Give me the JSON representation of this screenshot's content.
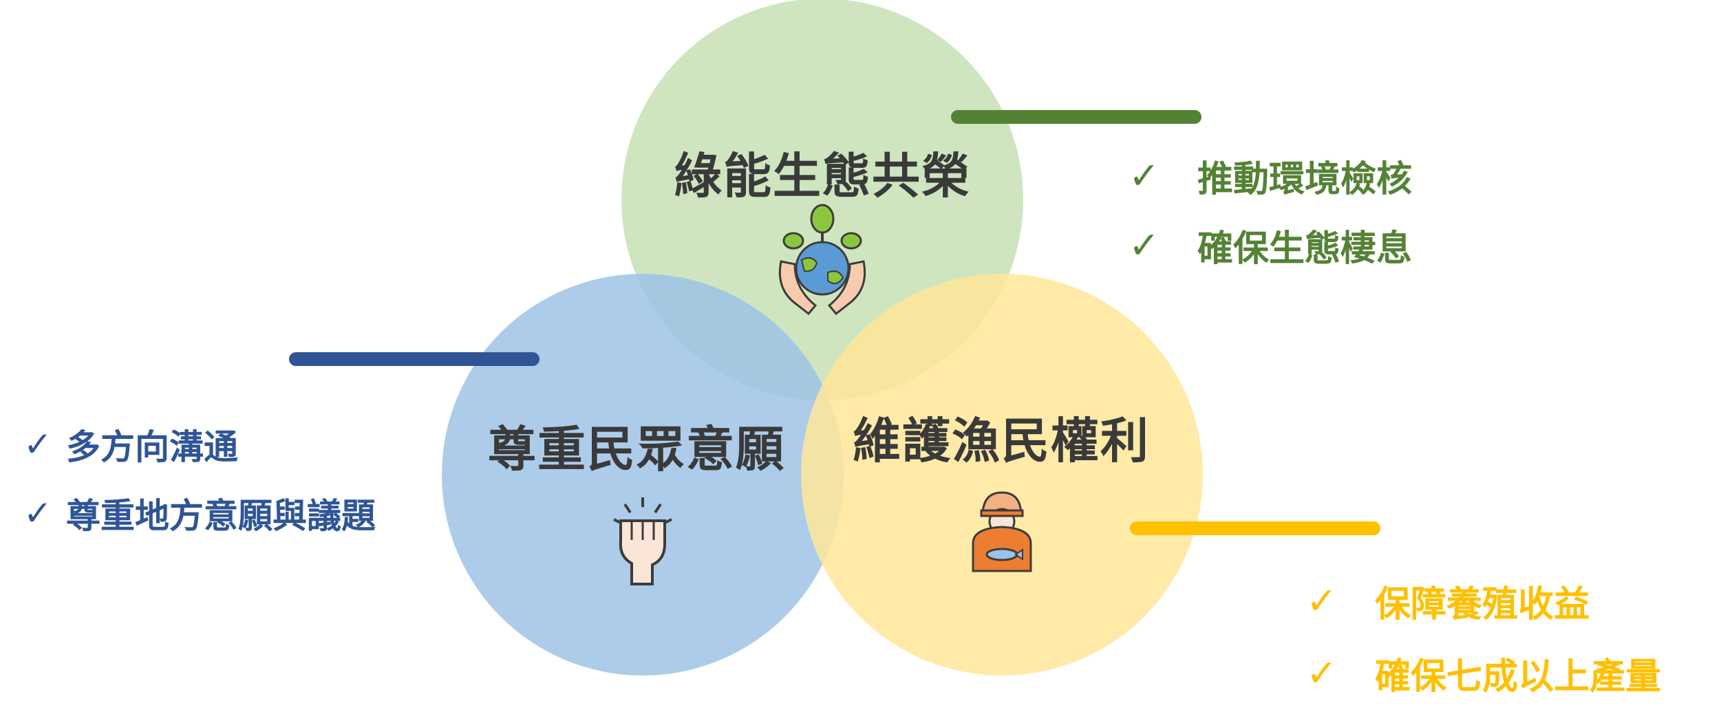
{
  "colors": {
    "green_circle": "#c5e0b4",
    "blue_circle": "#9dc3e6",
    "yellow_circle": "#ffe699",
    "green_accent": "#548235",
    "blue_accent": "#2f5597",
    "yellow_accent": "#ffc000",
    "title_text": "#3a3a3a"
  },
  "circles": {
    "green": {
      "title": "綠能生態共榮",
      "icon": "earth-in-hands-icon",
      "points": [
        "推動環境檢核",
        "確保生態棲息"
      ]
    },
    "blue": {
      "title": "尊重民眾意願",
      "icon": "raised-fist-icon",
      "points": [
        "多方向溝通",
        "尊重地方意願與議題"
      ]
    },
    "yellow": {
      "title": "維護漁民權利",
      "icon": "fisherman-icon",
      "points": [
        "保障養殖收益",
        "確保七成以上產量"
      ]
    }
  },
  "check_mark": "✓"
}
